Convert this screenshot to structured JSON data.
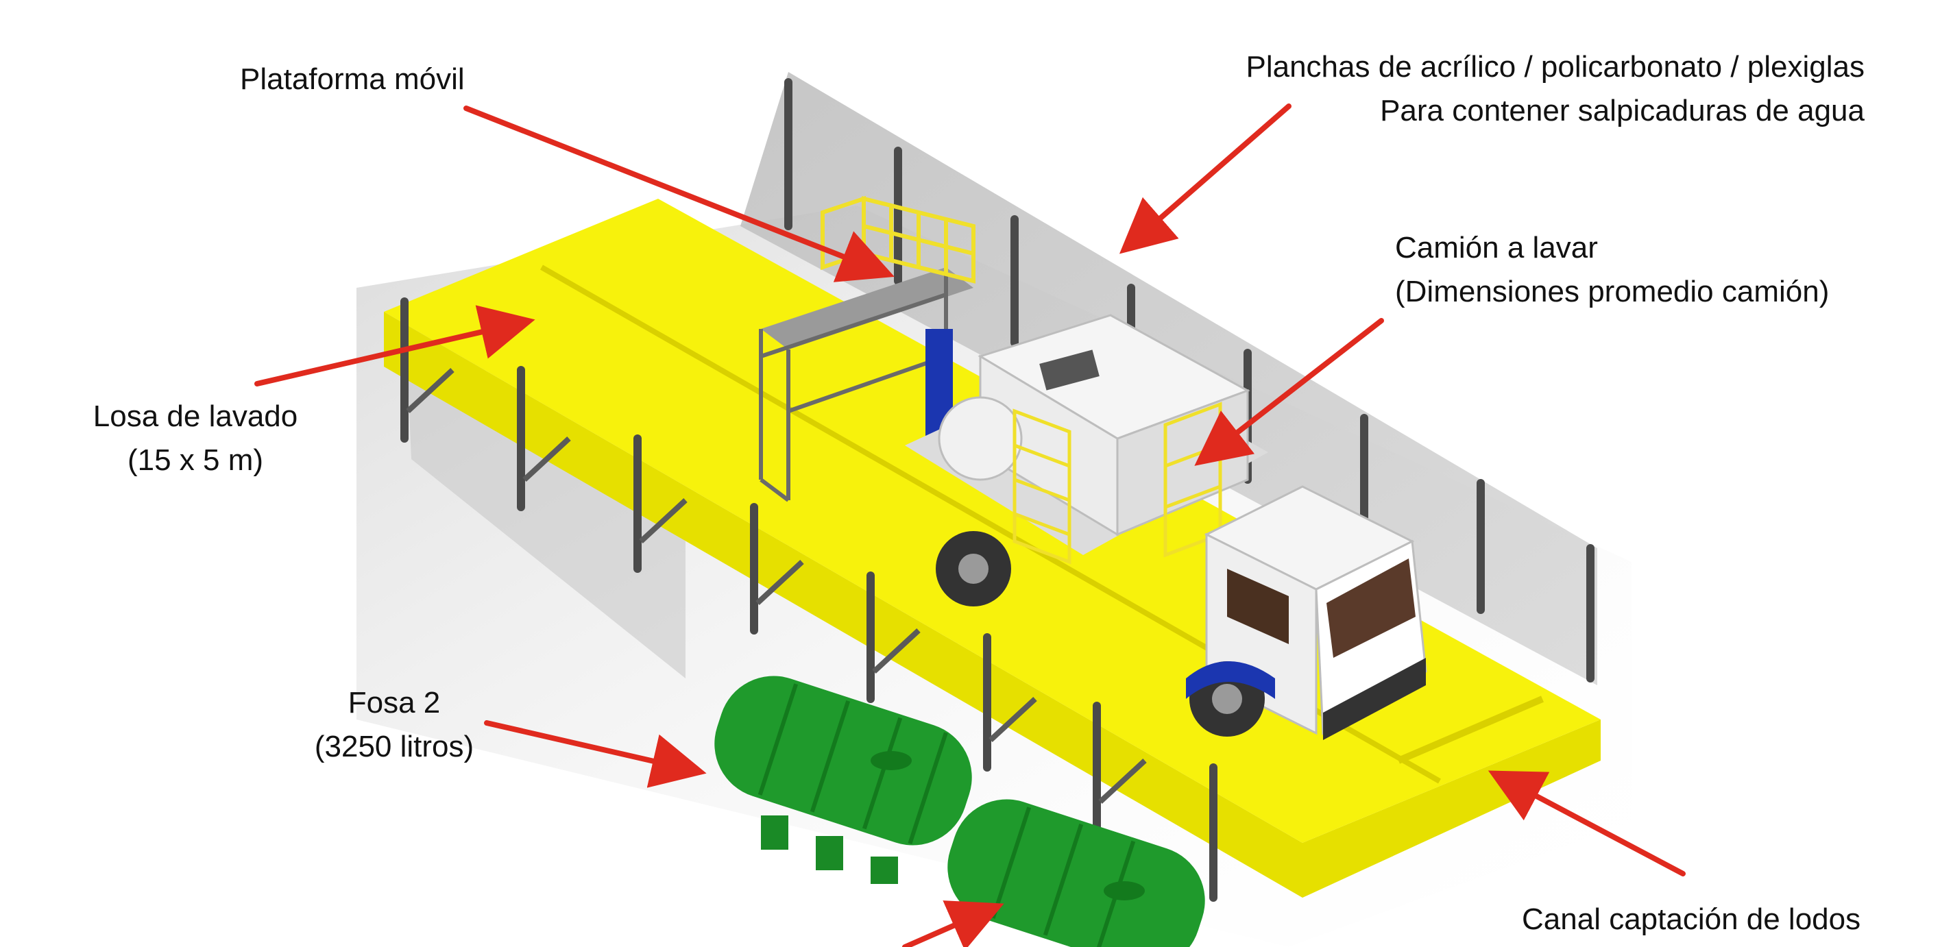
{
  "labels": {
    "plataforma": {
      "lines": [
        "Plataforma móvil"
      ]
    },
    "planchas": {
      "lines": [
        "Planchas de acrílico / policarbonato / plexiglas",
        "Para contener salpicaduras de agua"
      ]
    },
    "camion": {
      "lines": [
        "Camión a lavar",
        "(Dimensiones promedio camión)"
      ]
    },
    "losa": {
      "lines": [
        "Losa de lavado",
        "(15 x 5 m)"
      ]
    },
    "fosa": {
      "lines": [
        "Fosa 2",
        "(3250 litros)"
      ]
    },
    "canal": {
      "lines": [
        "Canal captación de lodos"
      ]
    }
  },
  "colors": {
    "slab": "#f7f20c",
    "slab_dark": "#d9d000",
    "slab_side": "#e8e200",
    "panel": "#c9c9c9",
    "post": "#4a4a4a",
    "arrow": "#e02a1e",
    "tank": "#1f9a2c",
    "tank_dark": "#137a1d",
    "truck_white": "#f3f3f3",
    "truck_blue": "#1b36b0",
    "rail_yellow": "#f0e02a"
  }
}
